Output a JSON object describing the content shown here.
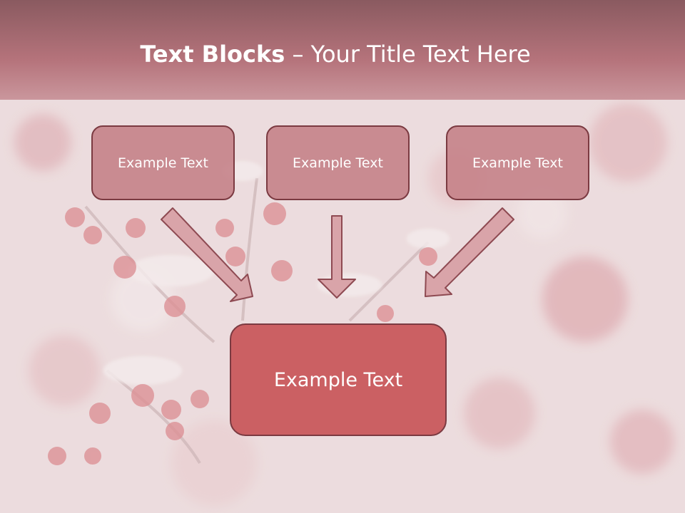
{
  "title": {
    "bold": "Text Blocks",
    "separator": " – ",
    "rest": "Your Title Text Here"
  },
  "boxes": {
    "left": "Example Text",
    "middle": "Example Text",
    "right": "Example Text",
    "target": "Example Text"
  },
  "colors": {
    "header": "#b5737b",
    "small_box_fill": "#c48086",
    "box_border": "#7b3a41",
    "target_fill": "#cb6063",
    "arrow_fill": "#d9a4a9",
    "arrow_stroke": "#8e4a52"
  },
  "icons": {
    "arrow": "down-arrow-icon"
  }
}
